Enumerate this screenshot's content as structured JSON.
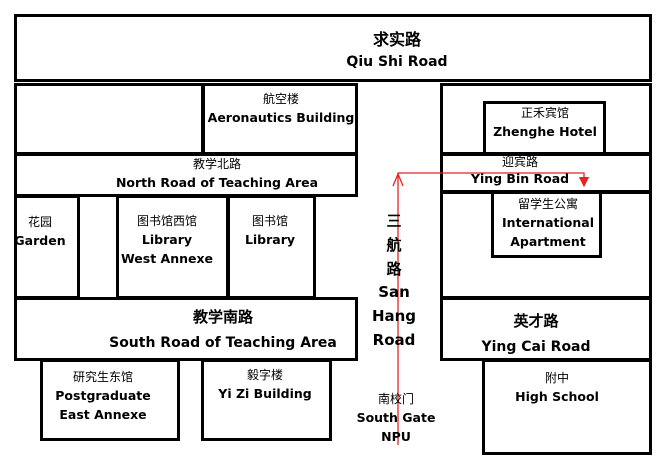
{
  "roads": {
    "qiu_shi": {
      "cn": "求实路",
      "en": "Qiu Shi Road"
    },
    "north_teaching": {
      "cn": "教学北路",
      "en": "North Road of Teaching Area"
    },
    "south_teaching": {
      "cn": "教学南路",
      "en": "South Road of Teaching Area"
    },
    "ying_bin": {
      "cn": "迎宾路",
      "en": "Ying Bin Road"
    },
    "ying_cai": {
      "cn": "英才路",
      "en": "Ying Cai Road"
    },
    "san_hang": {
      "cn1": "三",
      "cn2": "航",
      "cn3": "路",
      "en1": "San",
      "en2": "Hang",
      "en3": "Road"
    }
  },
  "buildings": {
    "aeronautics": {
      "cn": "航空楼",
      "en": "Aeronautics Building"
    },
    "zhenghe": {
      "cn": "正禾宾馆",
      "en": "Zhenghe Hotel"
    },
    "garden": {
      "cn": "花园",
      "en": "Garden"
    },
    "library_west": {
      "cn": "图书馆西馆",
      "en1": "Library",
      "en2": "West Annexe"
    },
    "library": {
      "cn": "图书馆",
      "en": "Library"
    },
    "international": {
      "cn": "留学生公寓",
      "en1": "International",
      "en2": "Apartment"
    },
    "postgraduate": {
      "cn": "研究生东馆",
      "en1": "Postgraduate",
      "en2": "East Annexe"
    },
    "yizi": {
      "cn": "毅字楼",
      "en": "Yi Zi Building"
    },
    "high_school": {
      "cn": "附中",
      "en": "High School"
    }
  },
  "gate": {
    "cn": "南校门",
    "en1": "South Gate",
    "en2": "NPU"
  },
  "route_color": "#e8231f"
}
